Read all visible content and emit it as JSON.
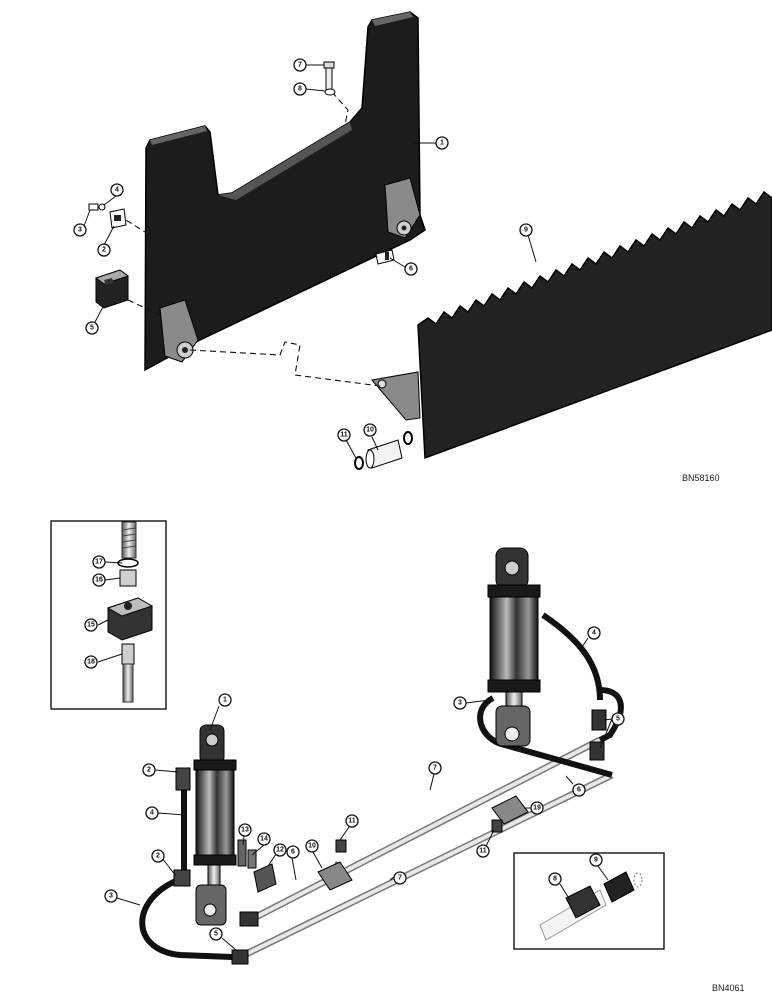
{
  "figure_codes": {
    "top": "BN58160",
    "bottom": "BN4061"
  },
  "callouts_top": [
    "1",
    "2",
    "3",
    "4",
    "5",
    "6",
    "7",
    "8",
    "9",
    "10",
    "11"
  ],
  "callouts_bottom": [
    "1",
    "2",
    "2",
    "3",
    "3",
    "4",
    "4",
    "5",
    "5",
    "6",
    "6",
    "7",
    "7",
    "8",
    "9",
    "10",
    "11",
    "11",
    "12",
    "13",
    "14",
    "15",
    "16",
    "17",
    "18",
    "19"
  ],
  "colors": {
    "ink": "#111111",
    "part_fill": "#1e1e1e",
    "paper": "#ffffff"
  }
}
